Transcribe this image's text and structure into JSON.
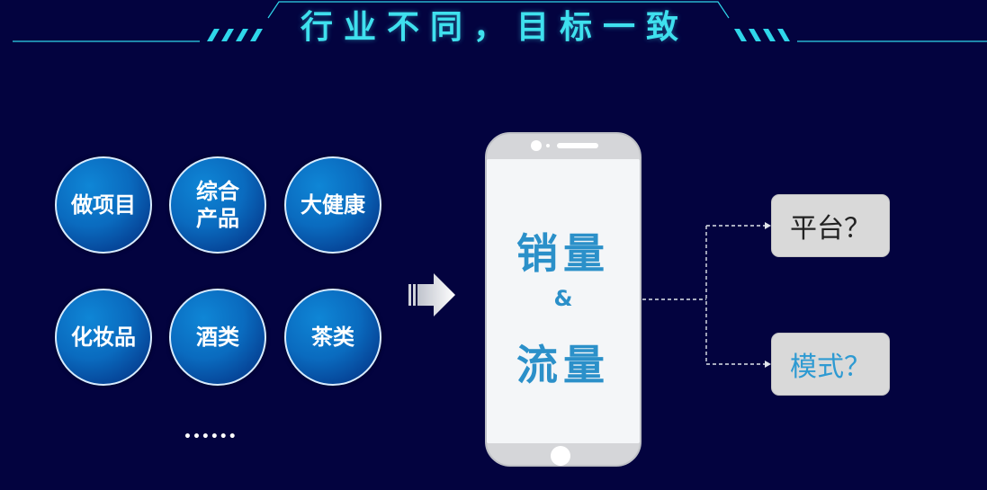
{
  "header": {
    "title": "行业不同，目标一致"
  },
  "categories": [
    {
      "lines": [
        "做项目"
      ]
    },
    {
      "lines": [
        "综合",
        "产品"
      ]
    },
    {
      "lines": [
        "大健康"
      ]
    },
    {
      "lines": [
        "化妆品"
      ]
    },
    {
      "lines": [
        "酒类"
      ]
    },
    {
      "lines": [
        "茶类"
      ]
    }
  ],
  "ellipsis": "••••••",
  "phone": {
    "line1": "销量",
    "line2": "&",
    "line3": "流量"
  },
  "outcomes": {
    "platform": "平台？",
    "model": "模式？"
  },
  "colors": {
    "background": "#03033f",
    "accent_cyan": "#3fe0ee",
    "circle_blue": "#0a6bbf",
    "phone_text": "#2b90c9",
    "box_gray": "#d9d9d9"
  }
}
